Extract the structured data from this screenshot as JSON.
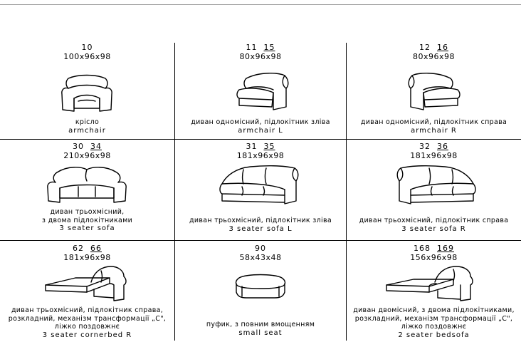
{
  "items": [
    {
      "code_a": "10",
      "code_b": "",
      "dims": "100x96x98",
      "lines": [
        "крісло"
      ],
      "eng": "armchair",
      "icon": "armchair-icon"
    },
    {
      "code_a": "11",
      "code_b": "15",
      "dims": "80x96x98",
      "lines": [
        "диван одномісний, підлокітник зліва"
      ],
      "eng": "armchair L",
      "icon": "armchair-left-icon"
    },
    {
      "code_a": "12",
      "code_b": "16",
      "dims": "80x96x98",
      "lines": [
        "диван одномісний, підлокітник справа"
      ],
      "eng": "armchair R",
      "icon": "armchair-right-icon"
    },
    {
      "code_a": "30",
      "code_b": "34",
      "dims": "210x96x98",
      "lines": [
        "диван трьохмісний,",
        "з двома підлокітниками"
      ],
      "eng": "3 seater sofa",
      "icon": "sofa-3-seater-icon"
    },
    {
      "code_a": "31",
      "code_b": "35",
      "dims": "181x96x98",
      "lines": [
        "диван трьохмісний, підлокітник зліва"
      ],
      "eng": "3 seater sofa L",
      "icon": "sofa-3-seater-left-icon"
    },
    {
      "code_a": "32",
      "code_b": "36",
      "dims": "181x96x98",
      "lines": [
        "диван трьохмісний, підлокітник справа"
      ],
      "eng": "3 seater sofa R",
      "icon": "sofa-3-seater-right-icon"
    },
    {
      "code_a": "62",
      "code_b": "66",
      "dims": "181x96x98",
      "lines": [
        "диван трьохмісний, підлокітник справа,",
        "розкладний, механізм трансформації „C\",",
        "ліжко поздовжнє"
      ],
      "eng": "3 seater cornerbed R",
      "icon": "cornerbed-icon"
    },
    {
      "code_a": "90",
      "code_b": "",
      "dims": "58x43x48",
      "lines": [
        "пуфик, з повним вмощенням"
      ],
      "eng": "small seat",
      "icon": "pouf-icon"
    },
    {
      "code_a": "168",
      "code_b": "169",
      "dims": "156x96x98",
      "lines": [
        "диван двомісний, з двома підлокітниками,",
        "розкладний, механізм трансформації „C\",",
        "ліжко поздовжнє"
      ],
      "eng": "2 seater bedsofa",
      "icon": "bedsofa-icon"
    }
  ]
}
